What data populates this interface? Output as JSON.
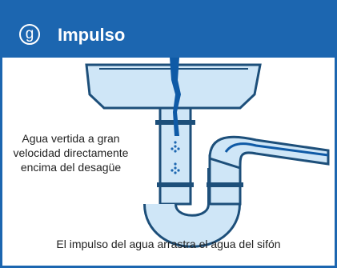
{
  "header": {
    "badge": "g",
    "title": "Impulso"
  },
  "labels": {
    "left_lines": [
      "Agua vertida a gran",
      "velocidad directamente",
      "encima del desagüe"
    ],
    "caption": "El impulso del agua arrastra el agua del sifón"
  },
  "colors": {
    "brand_blue": "#1c66b0",
    "light_water": "#cfe6f7",
    "outline": "#1d4f7a",
    "dark_water": "#0f5aa6"
  },
  "icons": [
    "down-arrow-dots-icon"
  ]
}
